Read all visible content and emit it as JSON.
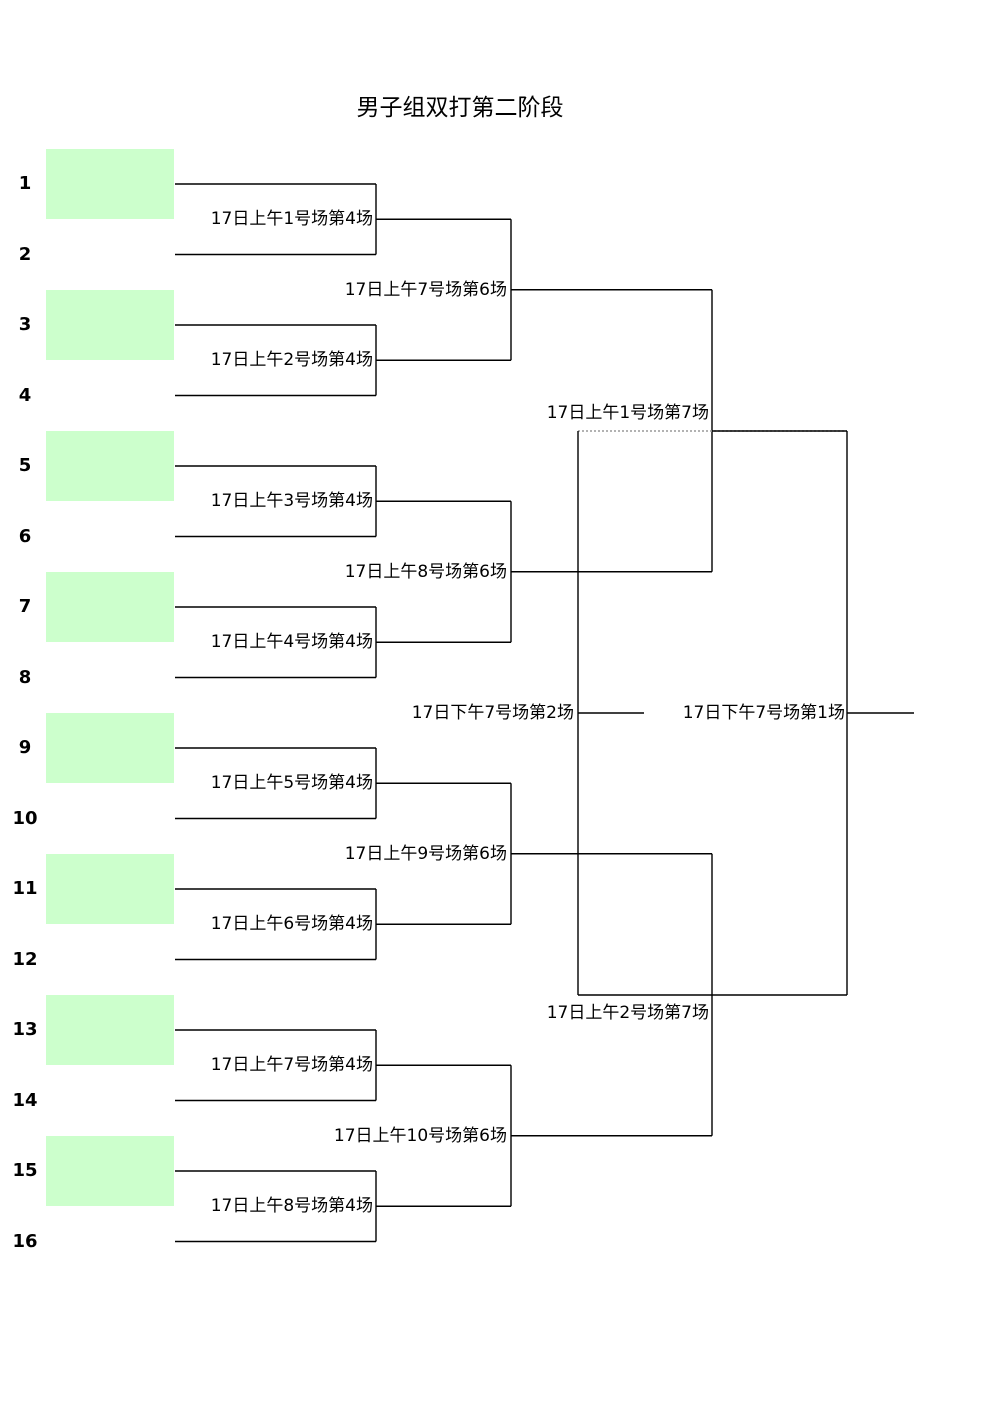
{
  "title": "男子组双打第二阶段",
  "colors": {
    "slot_fill": "#ccffcc",
    "line": "#000000",
    "dotted": "#999999"
  },
  "seeds": [
    "1",
    "2",
    "3",
    "4",
    "5",
    "6",
    "7",
    "8",
    "9",
    "10",
    "11",
    "12",
    "13",
    "14",
    "15",
    "16"
  ],
  "matches": {
    "r1": [
      "17日上午1号场第4场",
      "17日上午2号场第4场",
      "17日上午3号场第4场",
      "17日上午4号场第4场",
      "17日上午5号场第4场",
      "17日上午6号场第4场",
      "17日上午7号场第4场",
      "17日上午8号场第4场"
    ],
    "r2": [
      "17日上午7号场第6场",
      "17日上午8号场第6场",
      "17日上午9号场第6场",
      "17日上午10号场第6场"
    ],
    "r3": [
      "17日上午1号场第7场",
      "17日上午2号场第7场"
    ],
    "third_place": "17日下午7号场第2场",
    "final": "17日下午7号场第1场"
  }
}
